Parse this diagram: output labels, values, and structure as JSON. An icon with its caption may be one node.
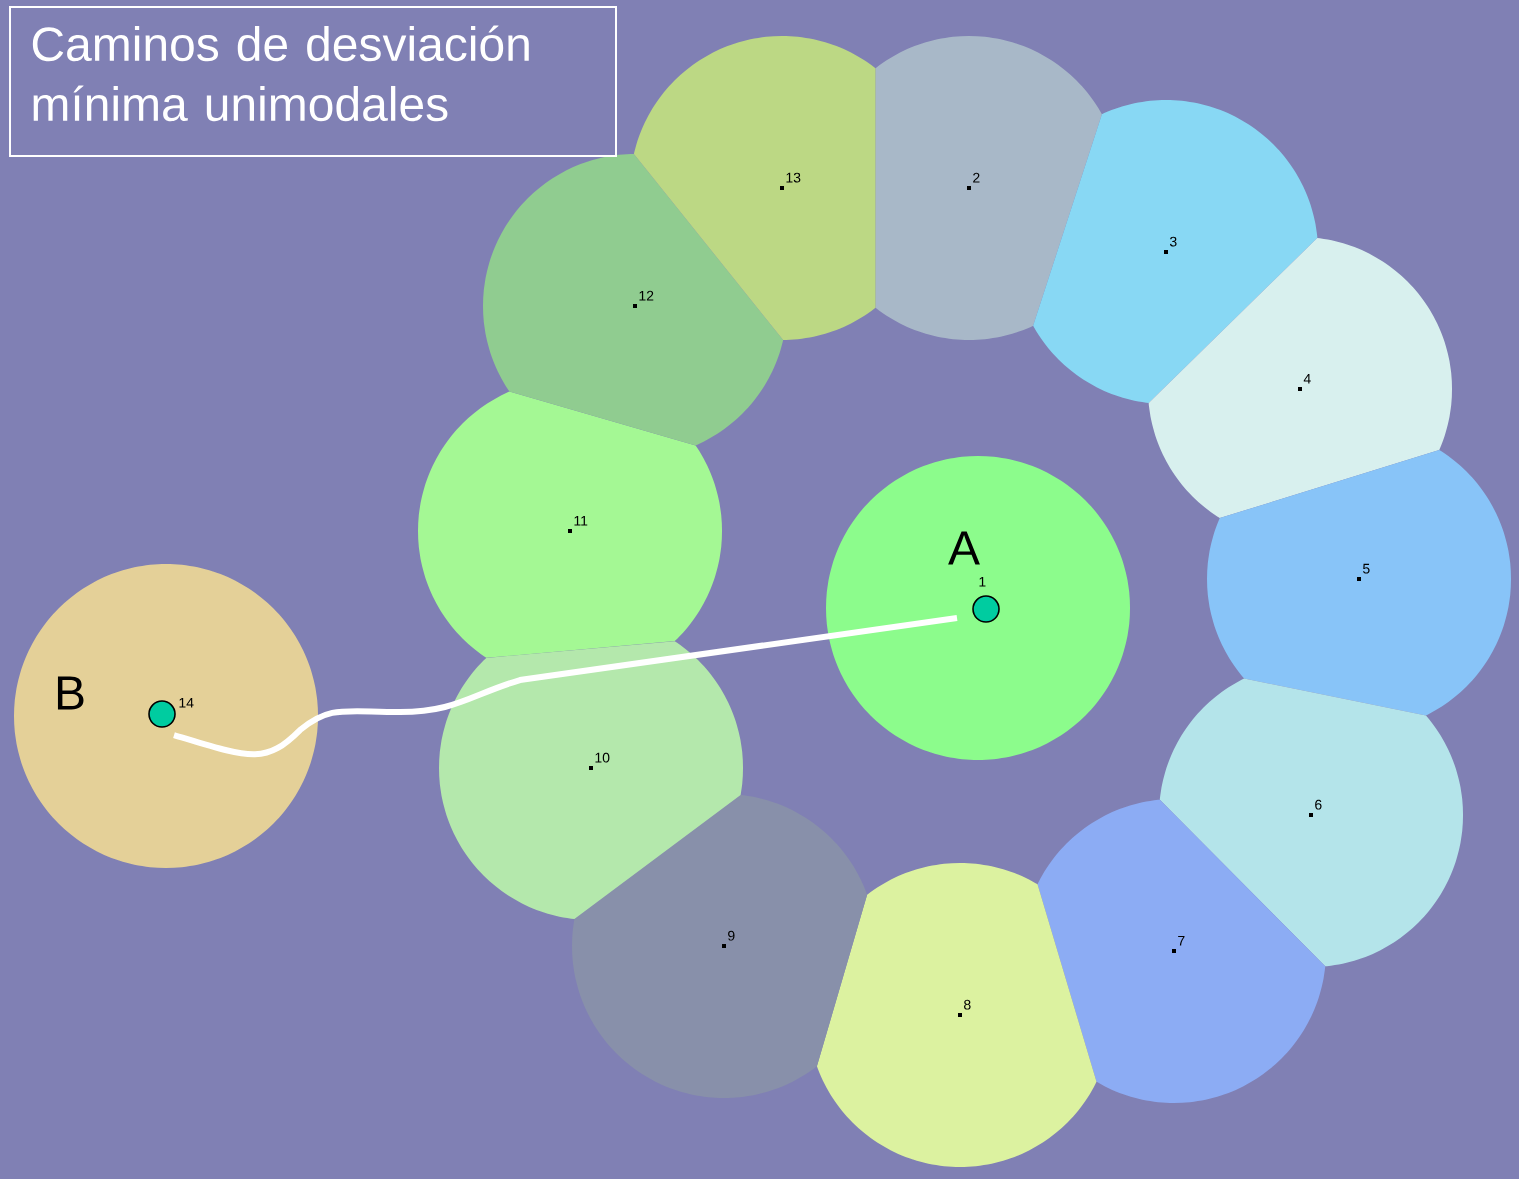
{
  "diagram": {
    "title": "Caminos de desviación mínima unimodales",
    "nodes": [
      {
        "text": [
          "1"
        ]
      },
      {
        "text": [
          "2"
        ]
      },
      {
        "text": [
          "3"
        ]
      },
      {
        "text": [
          "4"
        ]
      },
      {
        "text": [
          "5"
        ]
      },
      {
        "text": [
          "6"
        ]
      },
      {
        "text": [
          "7"
        ]
      },
      {
        "text": [
          "8"
        ]
      },
      {
        "text": [
          "9"
        ]
      },
      {
        "text": [
          "10"
        ]
      },
      {
        "text": [
          "11"
        ]
      },
      {
        "text": [
          "12"
        ]
      },
      {
        "text": [
          "13"
        ]
      },
      {
        "text": [
          "14"
        ]
      }
    ],
    "edges": [
      {
        "from": 0,
        "to": 13,
        "arrow": "none"
      }
    ],
    "labels": [
      "A",
      "B"
    ]
  }
}
